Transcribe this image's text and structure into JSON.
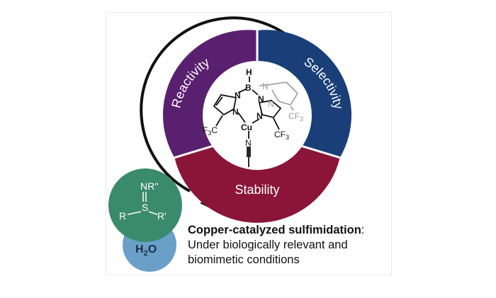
{
  "segments": {
    "reactivity": {
      "label": "Reactivity",
      "color": "#5a2070"
    },
    "selectivity": {
      "label": "Selectivity",
      "color": "#1a3f78"
    },
    "stability": {
      "label": "Stability",
      "color": "#8a1538"
    }
  },
  "molecule": {
    "h": "H",
    "b": "B",
    "n": "N",
    "cu": "Cu",
    "cf3": "CF",
    "f3c": "F",
    "three": "3"
  },
  "sulfimide": {
    "nr": "NR''",
    "s": "S",
    "r": "R",
    "r_prime": "R'",
    "color": "#3a8a6e"
  },
  "water": {
    "h": "H",
    "two": "2",
    "o": "O",
    "color": "#6aa0c8"
  },
  "caption": {
    "title": "Copper-catalyzed sulfimidation",
    "colon": ":",
    "line2": "Under biologically relevant and",
    "line3": "biomimetic conditions"
  }
}
